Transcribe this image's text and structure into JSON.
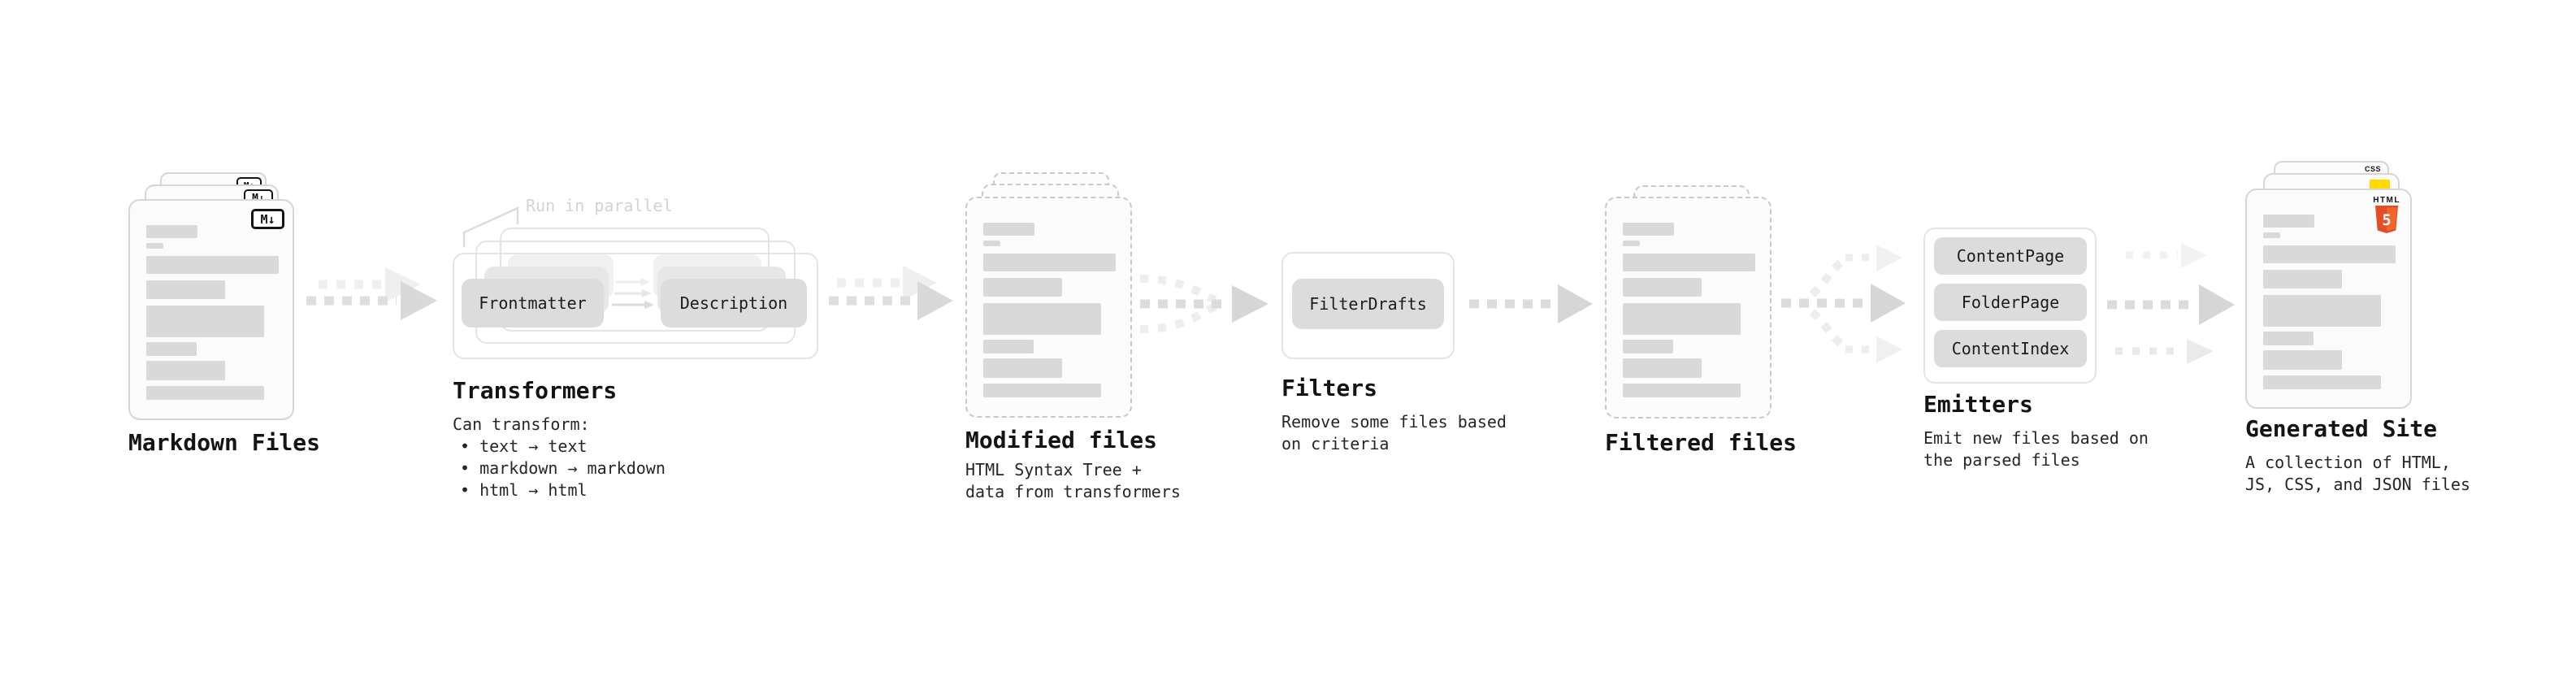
{
  "diagram": {
    "nodes": {
      "markdown_files": {
        "label": "Markdown Files",
        "badge": "M↓"
      },
      "transformers": {
        "label": "Transformers",
        "annotation": "Run in parallel",
        "buttons": [
          "Frontmatter",
          "Description"
        ],
        "description_lines": [
          "Can transform:",
          "• text → text",
          "• markdown → markdown",
          "• html → html"
        ]
      },
      "modified_files": {
        "label": "Modified files",
        "description_lines": [
          "HTML Syntax Tree +",
          "data from transformers"
        ]
      },
      "filters": {
        "label": "Filters",
        "buttons": [
          "FilterDrafts"
        ],
        "description_lines": [
          "Remove some files based",
          "on criteria"
        ]
      },
      "filtered_files": {
        "label": "Filtered files"
      },
      "emitters": {
        "label": "Emitters",
        "buttons": [
          "ContentPage",
          "FolderPage",
          "ContentIndex"
        ],
        "description_lines": [
          "Emit new files based on",
          "the parsed files"
        ]
      },
      "generated_site": {
        "label": "Generated Site",
        "description_lines": [
          "A collection of HTML,",
          "JS, CSS, and JSON files"
        ],
        "badges": {
          "html_label": "HTML",
          "html_number": "5",
          "css_label": "CSS"
        }
      }
    },
    "colors": {
      "html5_orange": "#e44d26",
      "css_blue": "#2965f1",
      "js_yellow": "#ffd900",
      "placeholder_bar": "#d9d9d9",
      "chip_fill": "#dcdcdc",
      "text": "#141414",
      "muted_annotation": "#d4d4d4"
    }
  }
}
